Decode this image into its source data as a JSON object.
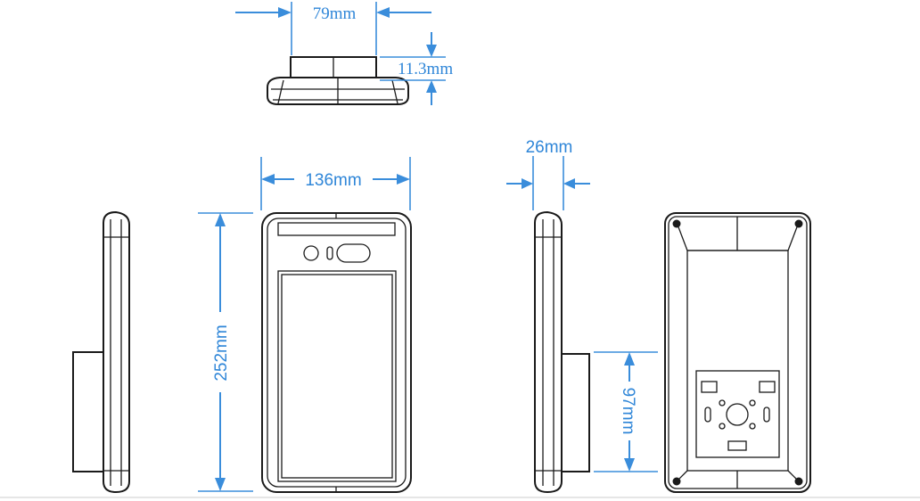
{
  "dimensions": {
    "top_width": "79mm",
    "top_height": "11.3mm",
    "front_width": "136mm",
    "front_height": "252mm",
    "side_depth": "26mm",
    "mount_height": "97mm"
  },
  "colors": {
    "dimension": "#3a8ddb",
    "outline": "#1a1a1a",
    "background": "#ffffff"
  }
}
